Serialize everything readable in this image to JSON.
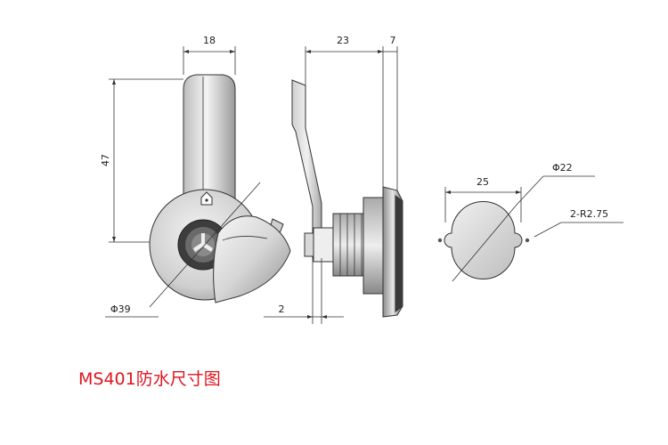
{
  "dimensions": {
    "lever_width": "18",
    "lever_length": "47",
    "body_diameter": "Φ39",
    "body_depth": "23",
    "flange_thickness": "7",
    "panel_thickness": "2",
    "cutout_width": "25",
    "cutout_diameter": "Φ22",
    "cutout_radius": "2-R2.75"
  },
  "caption": "MS401防水尺寸图",
  "colors": {
    "caption": "#e0141e",
    "metal_light": "#dcdcdc",
    "metal_dark": "#7a7a7a",
    "line": "#333333"
  }
}
